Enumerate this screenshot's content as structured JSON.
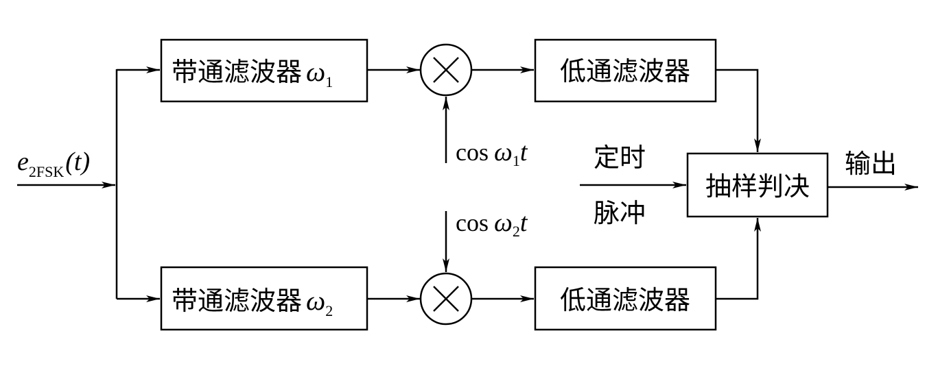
{
  "diagram": {
    "input": {
      "symbol": "e",
      "subscript": "2FSK",
      "argument": "(t)"
    },
    "bandpass_filter_1": {
      "label": "带通滤波器",
      "symbol": "ω",
      "subscript": "1"
    },
    "bandpass_filter_2": {
      "label": "带通滤波器",
      "symbol": "ω",
      "subscript": "2"
    },
    "multiplier_1": {
      "symbol": "×"
    },
    "multiplier_2": {
      "symbol": "×"
    },
    "carrier_1": {
      "func": "cos",
      "symbol": "ω",
      "subscript": "1",
      "variable": "t"
    },
    "carrier_2": {
      "func": "cos",
      "symbol": "ω",
      "subscript": "2",
      "variable": "t"
    },
    "lowpass_filter_1": {
      "label": "低通滤波器"
    },
    "lowpass_filter_2": {
      "label": "低通滤波器"
    },
    "timing_pulse": {
      "line1": "定时",
      "line2": "脉冲"
    },
    "sample_decide": {
      "label": "抽样判决"
    },
    "output": {
      "label": "输出"
    }
  }
}
